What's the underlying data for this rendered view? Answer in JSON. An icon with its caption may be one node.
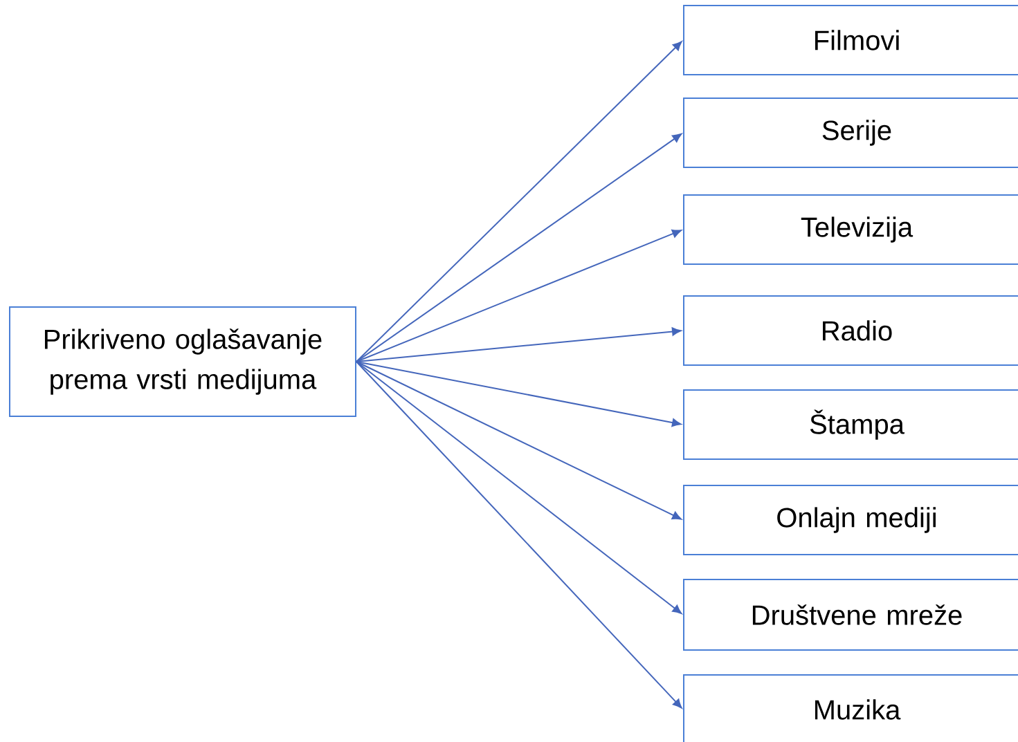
{
  "diagram": {
    "nodes": [
      {
        "text": [
          "Prikriveno oglašavanje prema vrsti medijuma"
        ]
      },
      {
        "text": [
          "Filmovi"
        ]
      },
      {
        "text": [
          "Serije"
        ]
      },
      {
        "text": [
          "Televizija"
        ]
      },
      {
        "text": [
          "Radio"
        ]
      },
      {
        "text": [
          "Štampa"
        ]
      },
      {
        "text": [
          "Onlajn mediji"
        ]
      },
      {
        "text": [
          "Društvene mreže"
        ]
      },
      {
        "text": [
          "Muzika"
        ]
      }
    ],
    "edges": [
      {
        "from": 0,
        "to": 1,
        "arrow": "to"
      },
      {
        "from": 0,
        "to": 2,
        "arrow": "to"
      },
      {
        "from": 0,
        "to": 3,
        "arrow": "to"
      },
      {
        "from": 0,
        "to": 4,
        "arrow": "to"
      },
      {
        "from": 0,
        "to": 5,
        "arrow": "to"
      },
      {
        "from": 0,
        "to": 6,
        "arrow": "to"
      },
      {
        "from": 0,
        "to": 7,
        "arrow": "to"
      },
      {
        "from": 0,
        "to": 8,
        "arrow": "to"
      }
    ]
  }
}
